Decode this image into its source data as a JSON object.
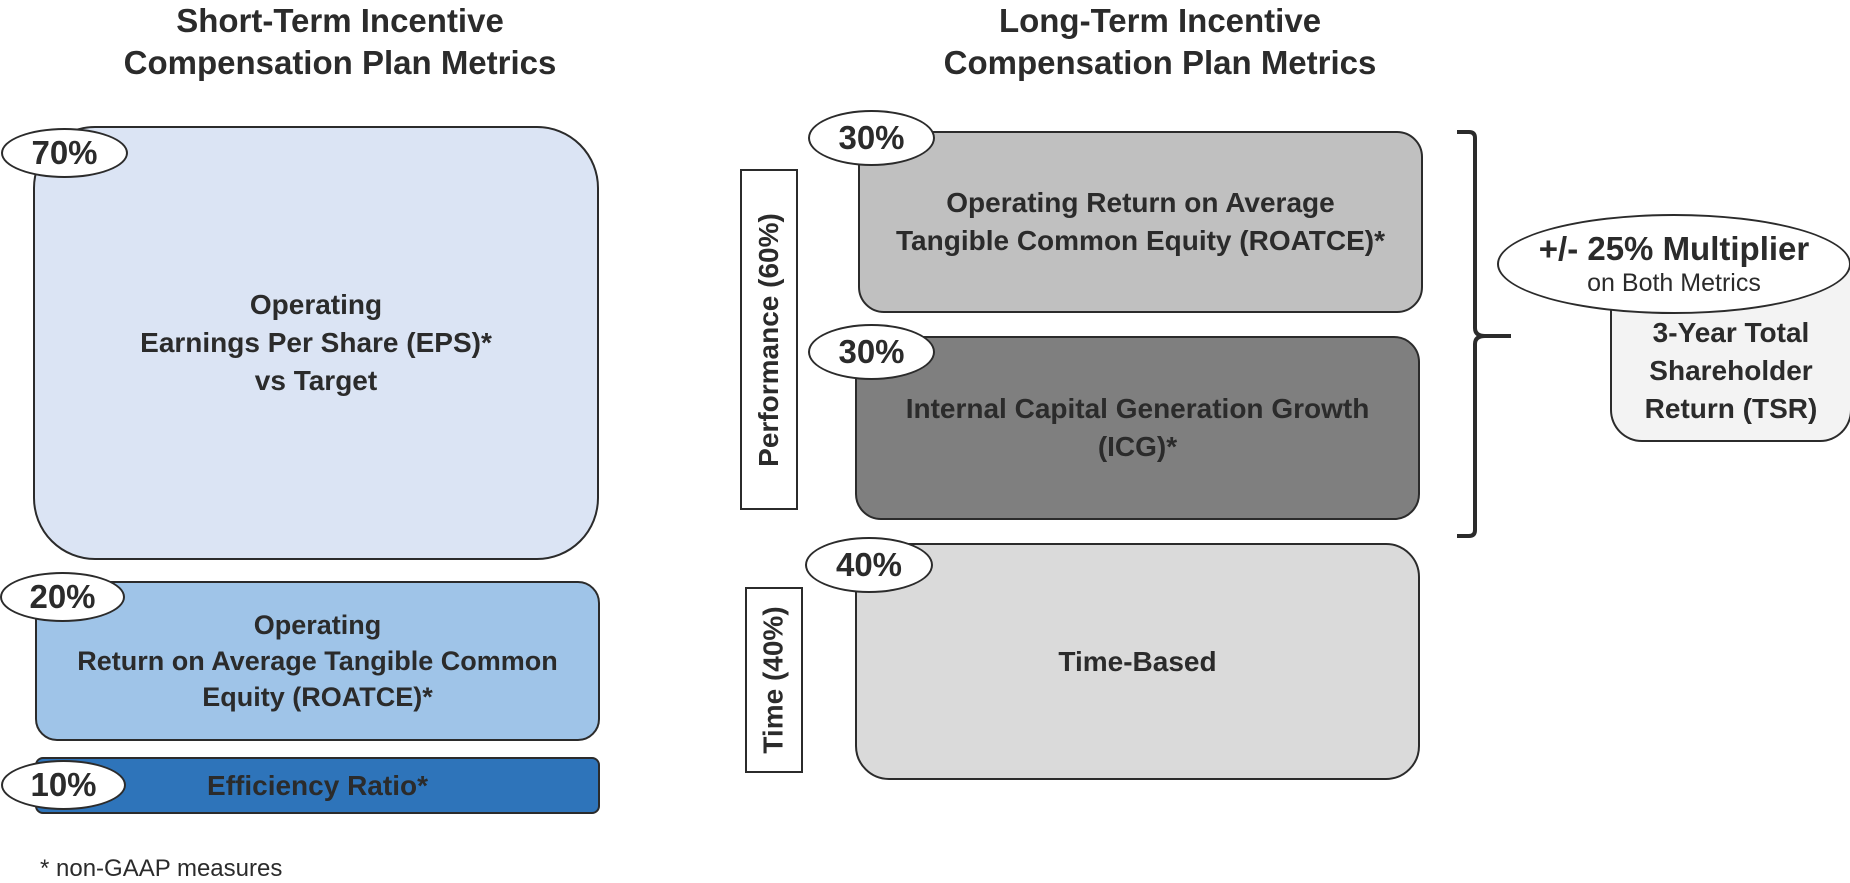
{
  "short_term": {
    "title": "Short-Term Incentive\nCompensation Plan Metrics",
    "metrics": [
      {
        "percent": "70%",
        "label": "Operating\nEarnings Per Share (EPS)*\nvs Target",
        "color": "#dbe4f4"
      },
      {
        "percent": "20%",
        "label": "Operating\nReturn on Average Tangible Common\nEquity (ROATCE)*",
        "color": "#9fc4e8"
      },
      {
        "percent": "10%",
        "label": "Efficiency Ratio*",
        "color": "#2e74ba"
      }
    ]
  },
  "long_term": {
    "title": "Long-Term Incentive\nCompensation Plan Metrics",
    "performance_label": "Performance (60%)",
    "time_label": "Time (40%)",
    "metrics": [
      {
        "percent": "30%",
        "label": "Operating Return on Average\nTangible Common Equity (ROATCE)*",
        "color": "#c0c0c0"
      },
      {
        "percent": "30%",
        "label": "Internal Capital Generation Growth\n(ICG)*",
        "color": "#7f7f7f"
      },
      {
        "percent": "40%",
        "label": "Time-Based",
        "color": "#dadada"
      }
    ]
  },
  "multiplier": {
    "headline": "+/- 25% Multiplier",
    "subline": "on Both Metrics",
    "label": "3-Year Total\nShareholder\nReturn (TSR)",
    "color": "#f3f3f3"
  },
  "footnote": "* non-GAAP measures"
}
